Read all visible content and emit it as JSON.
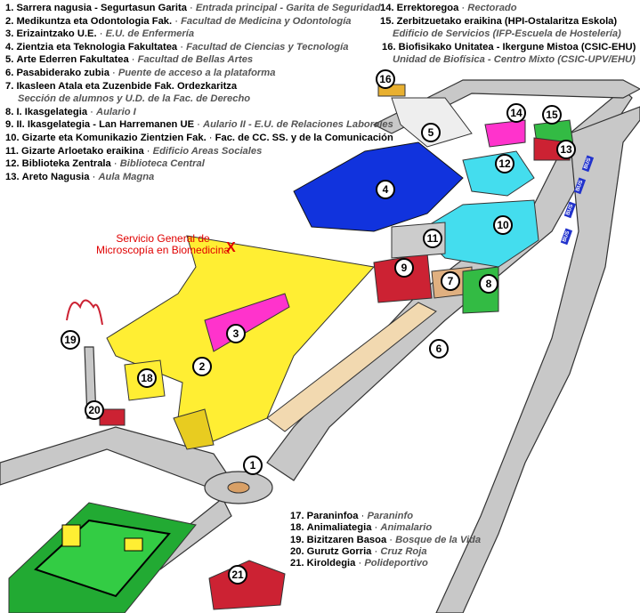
{
  "legend_left": [
    {
      "num": "1.",
      "eu": "Sarrera nagusia - Segurtasun Garita",
      "es": "Entrada principal - Garita de Seguridad"
    },
    {
      "num": "2.",
      "eu": "Medikuntza eta Odontologia Fak.",
      "es": "Facultad de Medicina y Odontología"
    },
    {
      "num": "3.",
      "eu": "Erizaintzako U.E.",
      "es": "E.U. de Enfermería"
    },
    {
      "num": "4.",
      "eu": "Zientzia eta Teknologia Fakultatea",
      "es": "Facultad de Ciencias y Tecnología"
    },
    {
      "num": "5.",
      "eu": "Arte Ederren Fakultatea",
      "es": "Facultad de Bellas Artes"
    },
    {
      "num": "6.",
      "eu": "Pasabiderako zubia",
      "es": "Puente de acceso a la plataforma"
    },
    {
      "num": "7.",
      "eu": "Ikasleen Atala eta Zuzenbide Fak. Ordezkaritza",
      "es": "Sección de alumnos y U.D. de la Fac. de Derecho"
    },
    {
      "num": "8.",
      "eu": "I. Ikasgelategia",
      "es": "Aulario I"
    },
    {
      "num": "9.",
      "eu": "II. Ikasgelategia - Lan Harremanen UE",
      "es": "Aulario II - E.U. de Relaciones Laborales"
    },
    {
      "num": "10.",
      "eu": "Gizarte eta Komunikazio Zientzien Fak.",
      "es": "Fac. de CC. SS. y de la Comunicación"
    },
    {
      "num": "11.",
      "eu": "Gizarte Arloetako eraikina",
      "es": "Edificio Areas Sociales"
    },
    {
      "num": "12.",
      "eu": "Biblioteka Zentrala",
      "es": "Biblioteca Central"
    },
    {
      "num": "13.",
      "eu": "Areto Nagusia",
      "es": "Aula Magna"
    }
  ],
  "legend_right": [
    {
      "num": "14.",
      "eu": "Errektoregoa",
      "es": "Rectorado"
    },
    {
      "num": "15.",
      "eu": "Zerbitzuetako eraikina (HPI-Ostalaritza Eskola)",
      "es": "Edificio de Servicios (IFP-Escuela de Hostelería)"
    },
    {
      "num": "16.",
      "eu": "Biofisikako Unitatea - Ikergune Mistoa  (CSIC-EHU)",
      "es": "Unidad de Biofísica - Centro Mixto (CSIC-UPV/EHU)"
    }
  ],
  "legend_bottom": [
    {
      "num": "17.",
      "eu": "Paraninfoa",
      "es": "Paraninfo"
    },
    {
      "num": "18.",
      "eu": "Animaliategia",
      "es": "Animalario"
    },
    {
      "num": "19.",
      "eu": "Bizitzaren Basoa",
      "es": "Bosque de la Vida"
    },
    {
      "num": "20.",
      "eu": "Gurutz Gorria",
      "es": "Cruz Roja"
    },
    {
      "num": "21.",
      "eu": "Kiroldegia",
      "es": "Polideportivo"
    }
  ],
  "highlight": {
    "line1": "Servicio General de",
    "line2": "Microscopía en Biomedicina",
    "mark": "X"
  },
  "markers": [
    "1",
    "2",
    "3",
    "4",
    "5",
    "6",
    "7",
    "8",
    "9",
    "10",
    "11",
    "12",
    "13",
    "14",
    "15",
    "16",
    "18",
    "19",
    "20",
    "21"
  ],
  "bus_label": "BUS",
  "colors": {
    "yellow": "#ffee33",
    "magenta": "#ff33cc",
    "blue": "#1133dd",
    "cyan": "#44ddee",
    "red": "#cc2233",
    "green": "#33bb44",
    "road": "#c8c8c8",
    "path": "#f2d9b0"
  }
}
